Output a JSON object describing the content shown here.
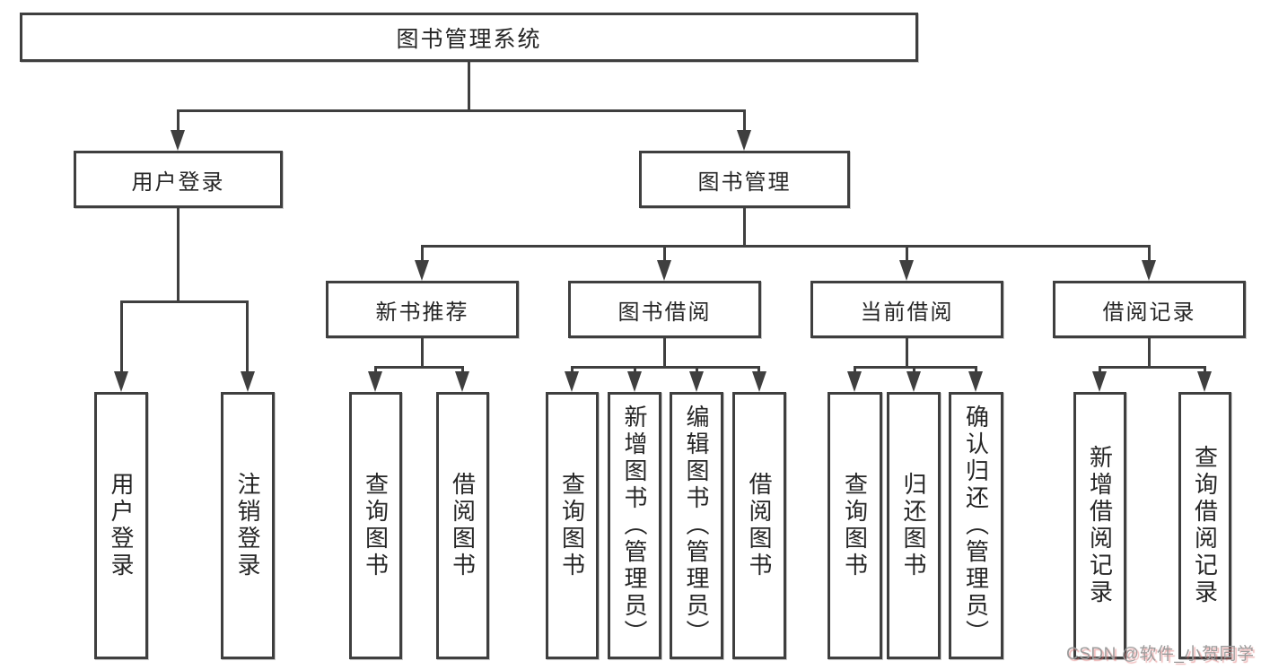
{
  "palette": {
    "background": "#ffffff",
    "line": "#3f3f3f",
    "text": "#262626",
    "box_fill": "#ffffff",
    "watermark_text": "#9c9c9c",
    "watermark_shadow": "#e06c6c"
  },
  "tree": {
    "label": "图书管理系统",
    "children": [
      {
        "label": "用户登录",
        "children": [
          {
            "label": "用户登录"
          },
          {
            "label": "注销登录"
          }
        ]
      },
      {
        "label": "图书管理",
        "children": [
          {
            "label": "新书推荐",
            "children": [
              {
                "label": "查询图书"
              },
              {
                "label": "借阅图书"
              }
            ]
          },
          {
            "label": "图书借阅",
            "children": [
              {
                "label": "查询图书"
              },
              {
                "label": "新增图书（管理员）"
              },
              {
                "label": "编辑图书（管理员）"
              },
              {
                "label": "借阅图书"
              }
            ]
          },
          {
            "label": "当前借阅",
            "children": [
              {
                "label": "查询图书"
              },
              {
                "label": "归还图书"
              },
              {
                "label": "确认归还（管理员）"
              }
            ]
          },
          {
            "label": "借阅记录",
            "children": [
              {
                "label": "新增借阅记录"
              },
              {
                "label": "查询借阅记录"
              }
            ]
          }
        ]
      }
    ]
  },
  "watermark": {
    "text": "CSDN @软件_小贺同学"
  }
}
